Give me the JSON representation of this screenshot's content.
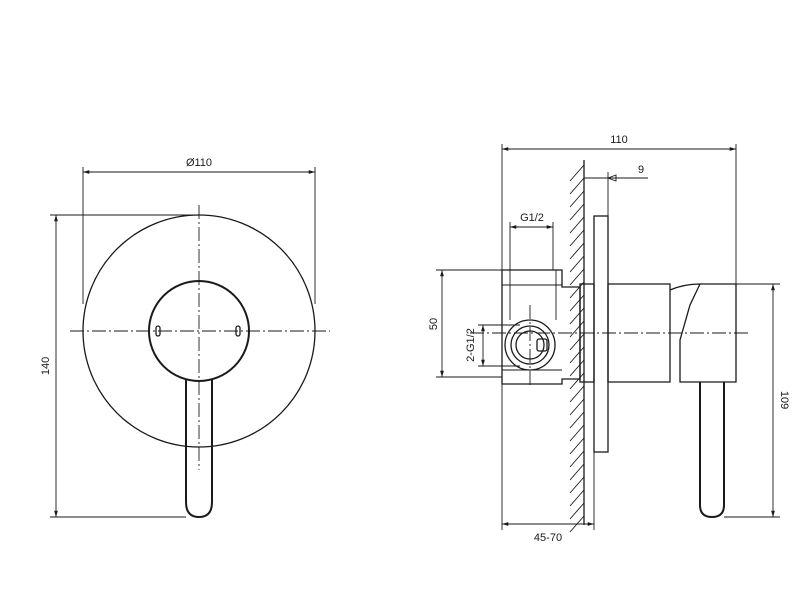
{
  "front_view": {
    "dim_diameter": "Ø110",
    "dim_height": "140"
  },
  "side_view": {
    "dim_total_depth": "110",
    "dim_plate": "9",
    "dim_thread_top": "G1/2",
    "dim_body_height": "50",
    "dim_thread_side": "2-G1/2",
    "dim_install_depth": "45-70",
    "dim_handle_height": "109"
  },
  "colors": {
    "line": "#1a1a1a",
    "background": "#ffffff"
  }
}
